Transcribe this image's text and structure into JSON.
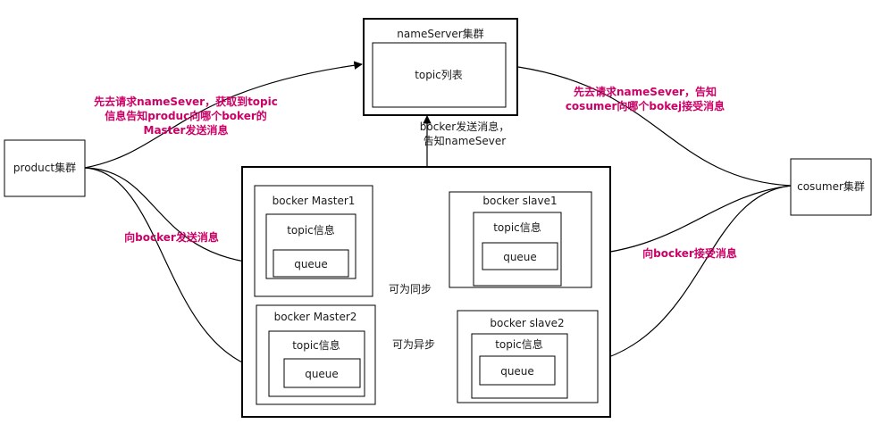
{
  "nodes": {
    "nameserver": "nameServer集群",
    "topic_list": "topic列表",
    "product": "product集群",
    "cosumer": "cosumer集群",
    "master1": "bocker Master1",
    "master1_topic": "topic信息",
    "master1_queue": "queue",
    "slave1": "bocker slave1",
    "slave1_topic": "topic信息",
    "slave1_queue": "queue",
    "master2": "bocker Master2",
    "master2_topic": "topic信息",
    "master2_queue": "queue",
    "slave2": "bocker slave2",
    "slave2_topic": "topic信息",
    "slave2_queue": "queue"
  },
  "annotations": {
    "product_note_line1": "先去请求nameSever，获取到topic",
    "product_note_line2": "信息告知produc向哪个boker的",
    "product_note_line3": "Master发送消息",
    "cosumer_note_line1": "先去请求nameSever，告知",
    "cosumer_note_line2": "cosumer向哪个bokej接受消息",
    "send_to_bocker": "向bocker发送消息",
    "receive_from_bocker": "向bocker接受消息",
    "bocker_report_line1": "bocker发送消息，",
    "bocker_report_line2": "告知nameSever",
    "sync_label": "可为同步",
    "async_label": "可为异步"
  },
  "colors": {
    "annotation": "#cc0066",
    "line": "#000000"
  }
}
